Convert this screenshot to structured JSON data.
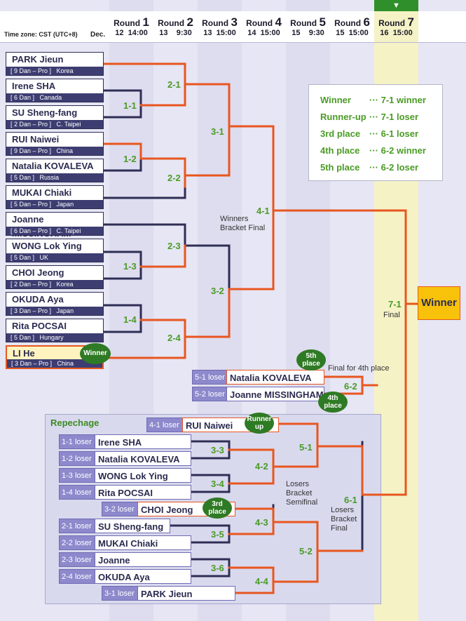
{
  "header": {
    "timezone": "Time zone: CST (UTC+8)",
    "month": "Dec.",
    "rounds": [
      {
        "label": "Round",
        "num": "1",
        "date": "12  14:00"
      },
      {
        "label": "Round",
        "num": "2",
        "date": "13    9:30"
      },
      {
        "label": "Round",
        "num": "3",
        "date": "13  15:00"
      },
      {
        "label": "Round",
        "num": "4",
        "date": "14  15:00"
      },
      {
        "label": "Round",
        "num": "5",
        "date": "15    9:30"
      },
      {
        "label": "Round",
        "num": "6",
        "date": "15  15:00"
      },
      {
        "label": "Round",
        "num": "7",
        "date": "16  15:00"
      }
    ],
    "current_marker": "▼"
  },
  "players": [
    {
      "name": "PARK Jieun",
      "rank": "[ 9 Dan – Pro ]",
      "country": "Korea"
    },
    {
      "name": "Irene SHA",
      "rank": "[ 6 Dan ]",
      "country": "Canada"
    },
    {
      "name": "SU Sheng-fang",
      "rank": "[ 2 Dan – Pro ]",
      "country": "C. Taipei"
    },
    {
      "name": "RUI Naiwei",
      "rank": "[ 9 Dan – Pro ]",
      "country": "China"
    },
    {
      "name": "Natalia KOVALEVA",
      "rank": "[ 5 Dan ]",
      "country": "Russia"
    },
    {
      "name": "MUKAI Chiaki",
      "rank": "[ 5 Dan – Pro ]",
      "country": "Japan"
    },
    {
      "name": "Joanne MISSINGHAM",
      "rank": "[ 6 Dan – Pro ]",
      "country": "C. Taipei"
    },
    {
      "name": "WONG Lok Ying",
      "rank": "[ 5 Dan ]",
      "country": "UK"
    },
    {
      "name": "CHOI Jeong",
      "rank": "[ 2 Dan – Pro ]",
      "country": "Korea"
    },
    {
      "name": "OKUDA Aya",
      "rank": "[ 3 Dan – Pro ]",
      "country": "Japan"
    },
    {
      "name": "Rita POCSAI",
      "rank": "[ 5 Dan ]",
      "country": "Hungary"
    },
    {
      "name": "LI He",
      "rank": "[ 3 Dan – Pro ]",
      "country": "China"
    }
  ],
  "matches": {
    "m1_1": "1-1",
    "m1_2": "1-2",
    "m1_3": "1-3",
    "m1_4": "1-4",
    "m2_1": "2-1",
    "m2_2": "2-2",
    "m2_3": "2-3",
    "m2_4": "2-4",
    "m3_1": "3-1",
    "m3_2": "3-2",
    "m4_1": "4-1",
    "m7_1": "7-1",
    "m5_1": "5-1",
    "m5_2": "5-2",
    "m6_2": "6-2",
    "r3_3": "3-3",
    "r3_4": "3-4",
    "r3_5": "3-5",
    "r3_6": "3-6",
    "r4_2": "4-2",
    "r4_3": "4-3",
    "r4_4": "4-4",
    "r5_1": "5-1",
    "r5_2": "5-2",
    "r6_1": "6-1"
  },
  "notes": {
    "winners_final_1": "Winners",
    "winners_final_2": "Bracket Final",
    "final": "Final",
    "final_4th": "Final for 4th place",
    "losers_semi_1": "Losers",
    "losers_semi_2": "Bracket",
    "losers_semi_3": "Semifinal",
    "losers_final_1": "Losers",
    "losers_final_2": "Bracket",
    "losers_final_3": "Final",
    "repechage": "Repechage"
  },
  "badges": {
    "winner": "Winner",
    "fifth_1": "5th",
    "fifth_2": "place",
    "fourth_1": "4th",
    "fourth_2": "place",
    "runner_1": "Runner",
    "runner_2": "up",
    "third_1": "3rd",
    "third_2": "place"
  },
  "legend": [
    {
      "key": "Winner",
      "value": "··· 7-1 winner"
    },
    {
      "key": "Runner-up",
      "value": "··· 7-1 loser"
    },
    {
      "key": "3rd place",
      "value": "··· 6-1 loser"
    },
    {
      "key": "4th place",
      "value": "··· 6-2 winner"
    },
    {
      "key": "5th place",
      "value": "··· 6-2 loser"
    }
  ],
  "winner_box": "Winner",
  "fourth_place_match": [
    {
      "tag": "5-1 loser",
      "name": "Natalia KOVALEVA"
    },
    {
      "tag": "5-2 loser",
      "name": "Joanne MISSINGHAM"
    }
  ],
  "repechage": [
    {
      "tag": "4-1 loser",
      "name": "RUI Naiwei"
    },
    {
      "tag": "1-1 loser",
      "name": "Irene SHA"
    },
    {
      "tag": "1-2 loser",
      "name": "Natalia KOVALEVA"
    },
    {
      "tag": "1-3 loser",
      "name": "WONG Lok Ying"
    },
    {
      "tag": "1-4 loser",
      "name": "Rita POCSAI"
    },
    {
      "tag": "3-2 loser",
      "name": "CHOI Jeong"
    },
    {
      "tag": "2-1 loser",
      "name": "SU Sheng-fang"
    },
    {
      "tag": "2-2 loser",
      "name": "MUKAI Chiaki"
    },
    {
      "tag": "2-3 loser",
      "name": "Joanne MISSINGHAM"
    },
    {
      "tag": "2-4 loser",
      "name": "OKUDA Aya"
    },
    {
      "tag": "3-1 loser",
      "name": "PARK Jieun"
    }
  ],
  "colors": {
    "win_path": "#e8561f",
    "lose_path": "#2e2e55",
    "match_label": "#4a9b25",
    "badge": "#2f7a24",
    "current_round": "#f5f2c6",
    "current_round_header": "#2f8f2a"
  }
}
